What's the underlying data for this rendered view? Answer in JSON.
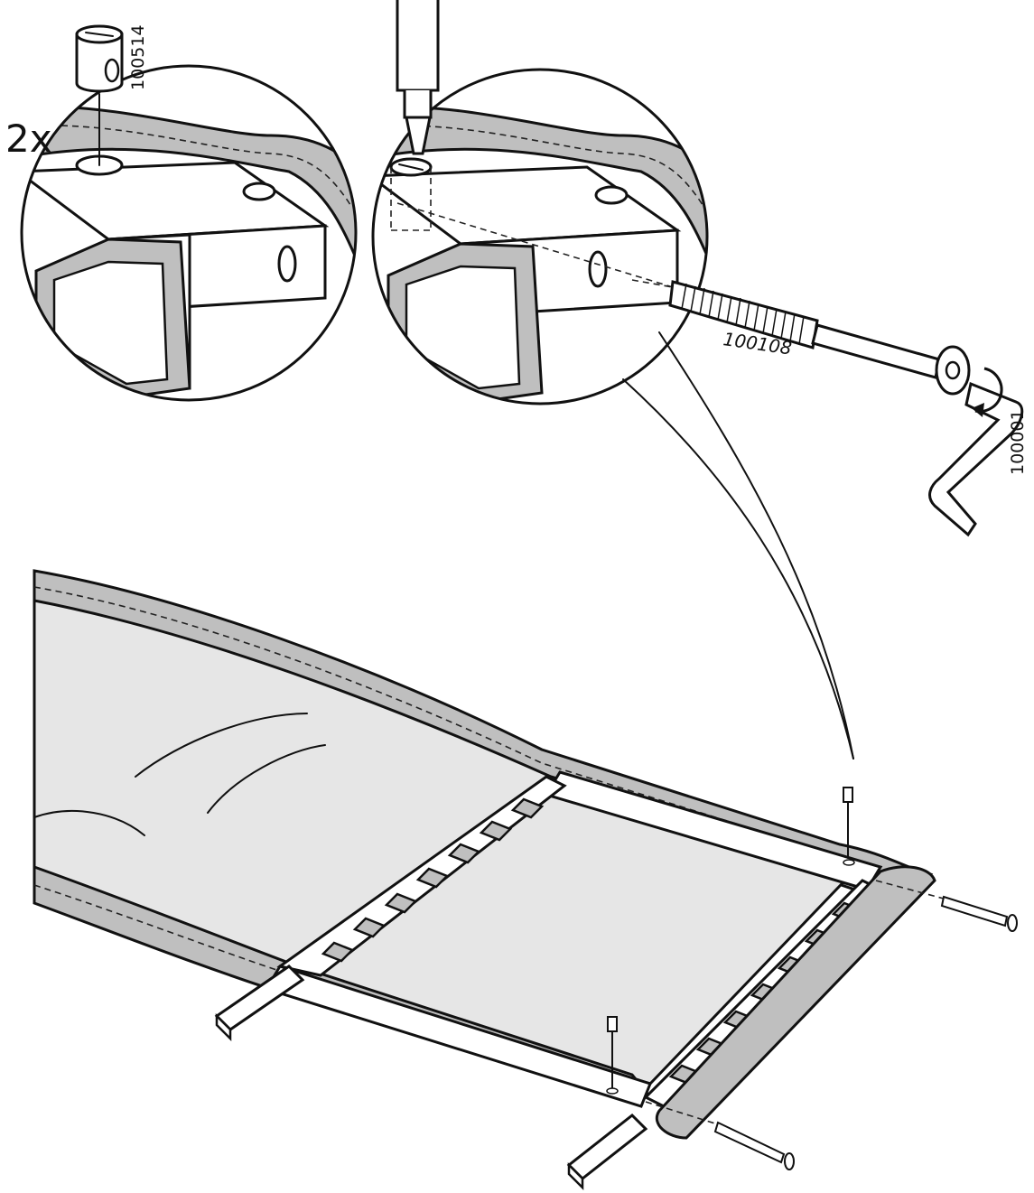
{
  "instruction": {
    "quantity_label": "2x",
    "part_barrel_nut": "100514",
    "part_bolt": "100108",
    "part_allen_key": "100001"
  },
  "colors": {
    "fabric": "#bfbfbf",
    "fabric_light": "#e6e6e6",
    "ink": "#111111",
    "metal": "#ffffff"
  }
}
